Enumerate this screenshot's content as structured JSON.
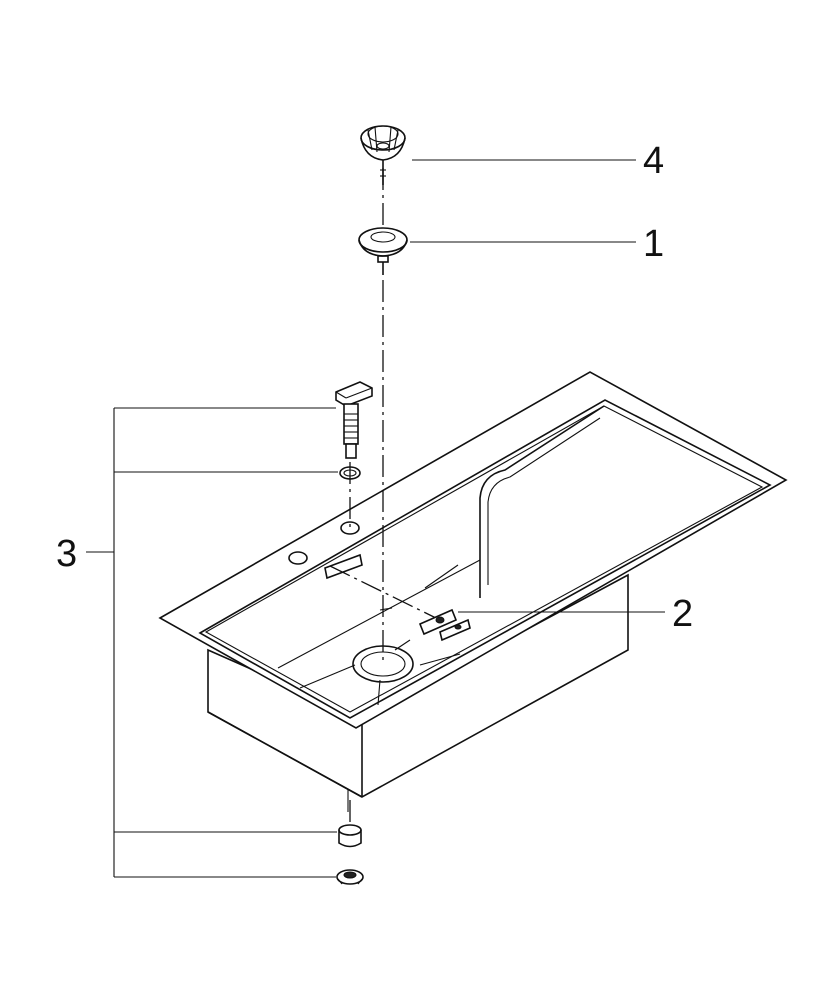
{
  "callouts": {
    "c1": "1",
    "c2": "2",
    "c3": "3",
    "c4": "4"
  },
  "colors": {
    "line": "#111111",
    "background": "#ffffff"
  }
}
